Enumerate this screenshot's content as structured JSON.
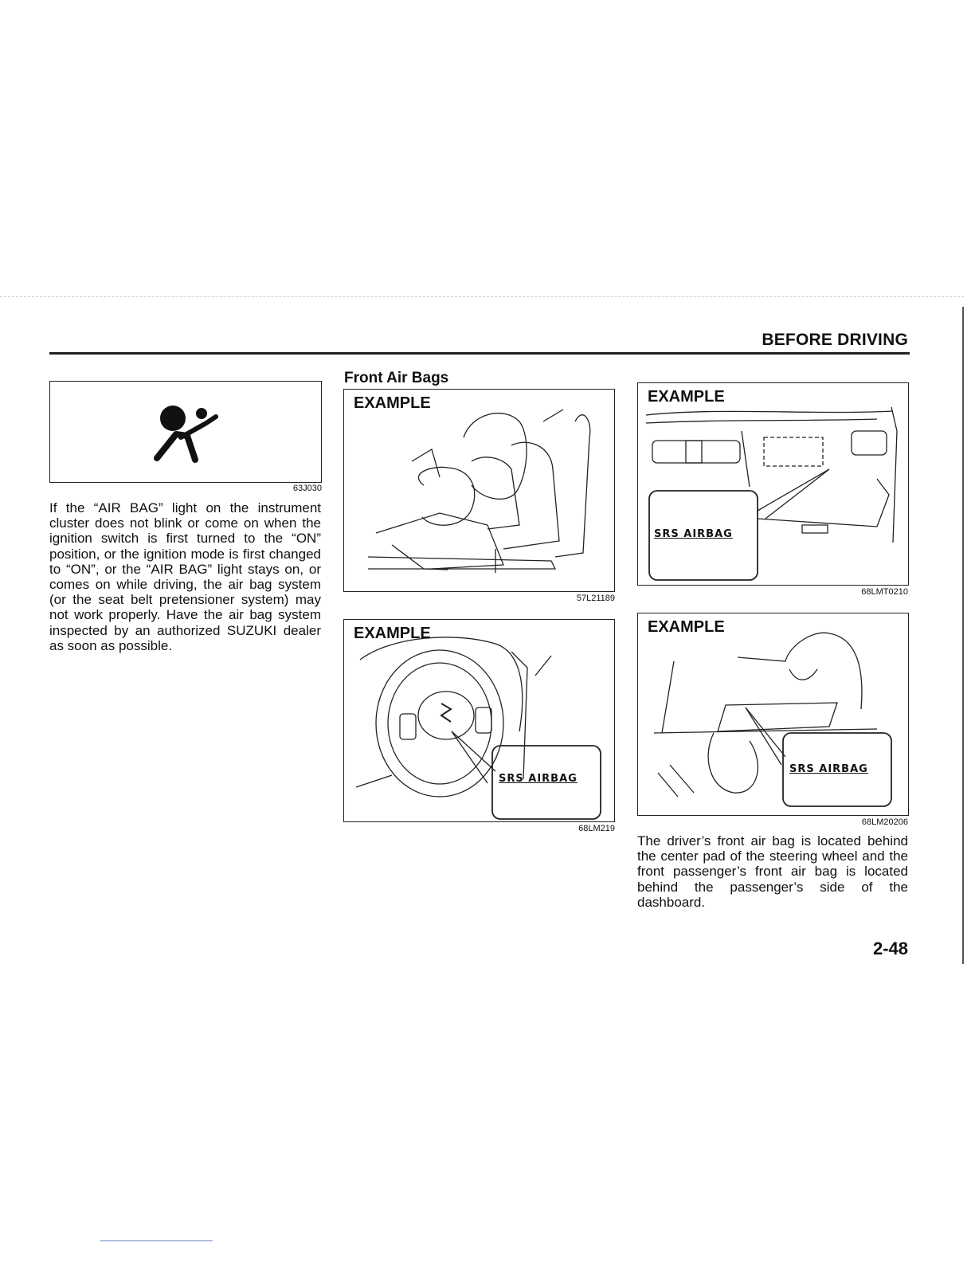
{
  "header": {
    "section_title": "BEFORE DRIVING"
  },
  "page_number": "2-48",
  "left_column": {
    "figure_code": "63J030",
    "icon": "airbag-warning-icon",
    "paragraph": "If the “AIR BAG” light on the instrument cluster does not blink or come on when the ignition switch is first turned to the “ON” position, or the ignition mode is first changed to “ON”, or the “AIR BAG” light stays on, or comes on while driving, the air bag system (or the seat belt pretensioner system) may not work properly. Have the air bag system inspected by an authorized SUZUKI dealer as soon as possible."
  },
  "middle_column": {
    "heading": "Front Air Bags",
    "figure1": {
      "label": "EXAMPLE",
      "code": "57L21189"
    },
    "figure2": {
      "label": "EXAMPLE",
      "code": "68LM219",
      "callout": "SRS AIRBAG"
    }
  },
  "right_column": {
    "figure1": {
      "label": "EXAMPLE",
      "code": "68LMT0210",
      "callout": "SRS AIRBAG"
    },
    "figure2": {
      "label": "EXAMPLE",
      "code": "68LM20206",
      "callout": "SRS AIRBAG"
    },
    "paragraph": "The driver’s front air bag is located behind the center pad of the steering wheel and the front passenger’s front air bag is located behind the passenger’s side of the dashboard."
  }
}
